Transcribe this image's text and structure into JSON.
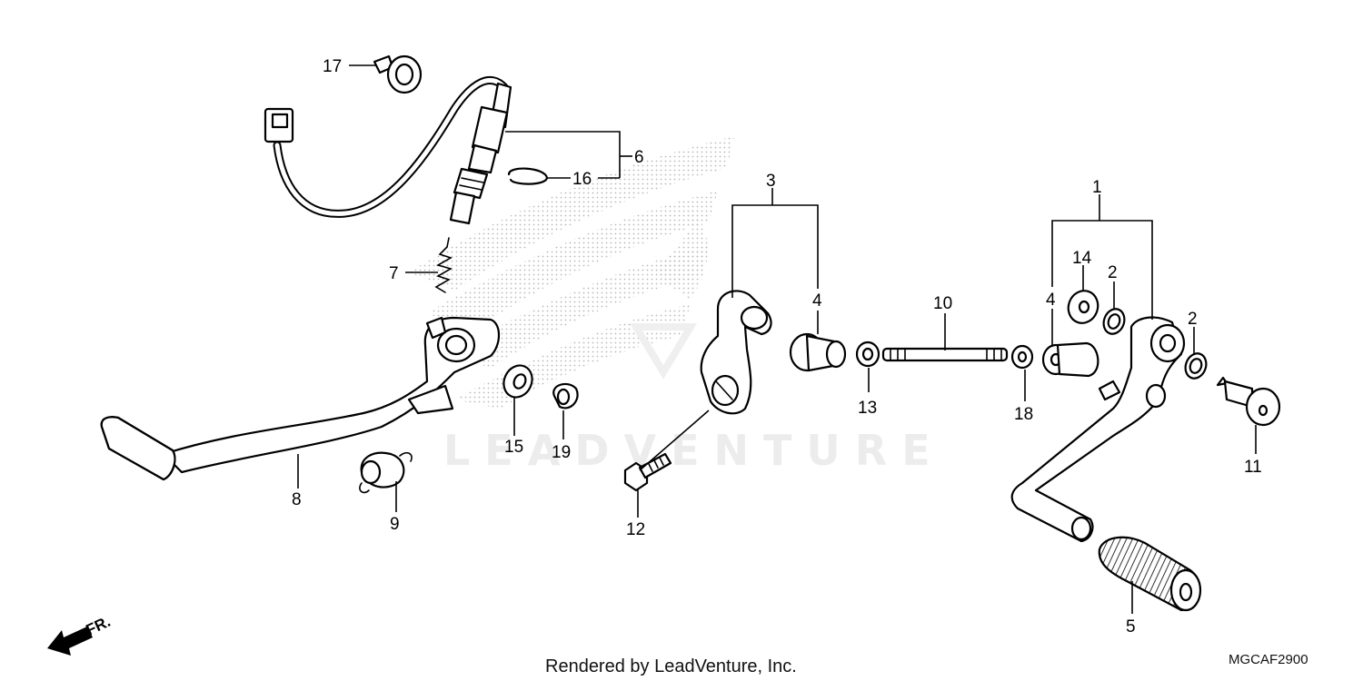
{
  "watermark": {
    "text": "LEADVENTURE"
  },
  "footer": {
    "rendered_by": "Rendered by LeadVenture, Inc.",
    "diagram_code": "MGCAF2900"
  },
  "direction_indicator": {
    "text": "FR."
  },
  "callouts": [
    {
      "id": "c1",
      "label": "1"
    },
    {
      "id": "c2a",
      "label": "2"
    },
    {
      "id": "c2b",
      "label": "2"
    },
    {
      "id": "c3",
      "label": "3"
    },
    {
      "id": "c4a",
      "label": "4"
    },
    {
      "id": "c4b",
      "label": "4"
    },
    {
      "id": "c5",
      "label": "5"
    },
    {
      "id": "c6",
      "label": "6"
    },
    {
      "id": "c7",
      "label": "7"
    },
    {
      "id": "c8",
      "label": "8"
    },
    {
      "id": "c9",
      "label": "9"
    },
    {
      "id": "c10",
      "label": "10"
    },
    {
      "id": "c11",
      "label": "11"
    },
    {
      "id": "c12",
      "label": "12"
    },
    {
      "id": "c13",
      "label": "13"
    },
    {
      "id": "c14",
      "label": "14"
    },
    {
      "id": "c15",
      "label": "15"
    },
    {
      "id": "c16",
      "label": "16"
    },
    {
      "id": "c17",
      "label": "17"
    },
    {
      "id": "c18",
      "label": "18"
    },
    {
      "id": "c19",
      "label": "19"
    }
  ]
}
